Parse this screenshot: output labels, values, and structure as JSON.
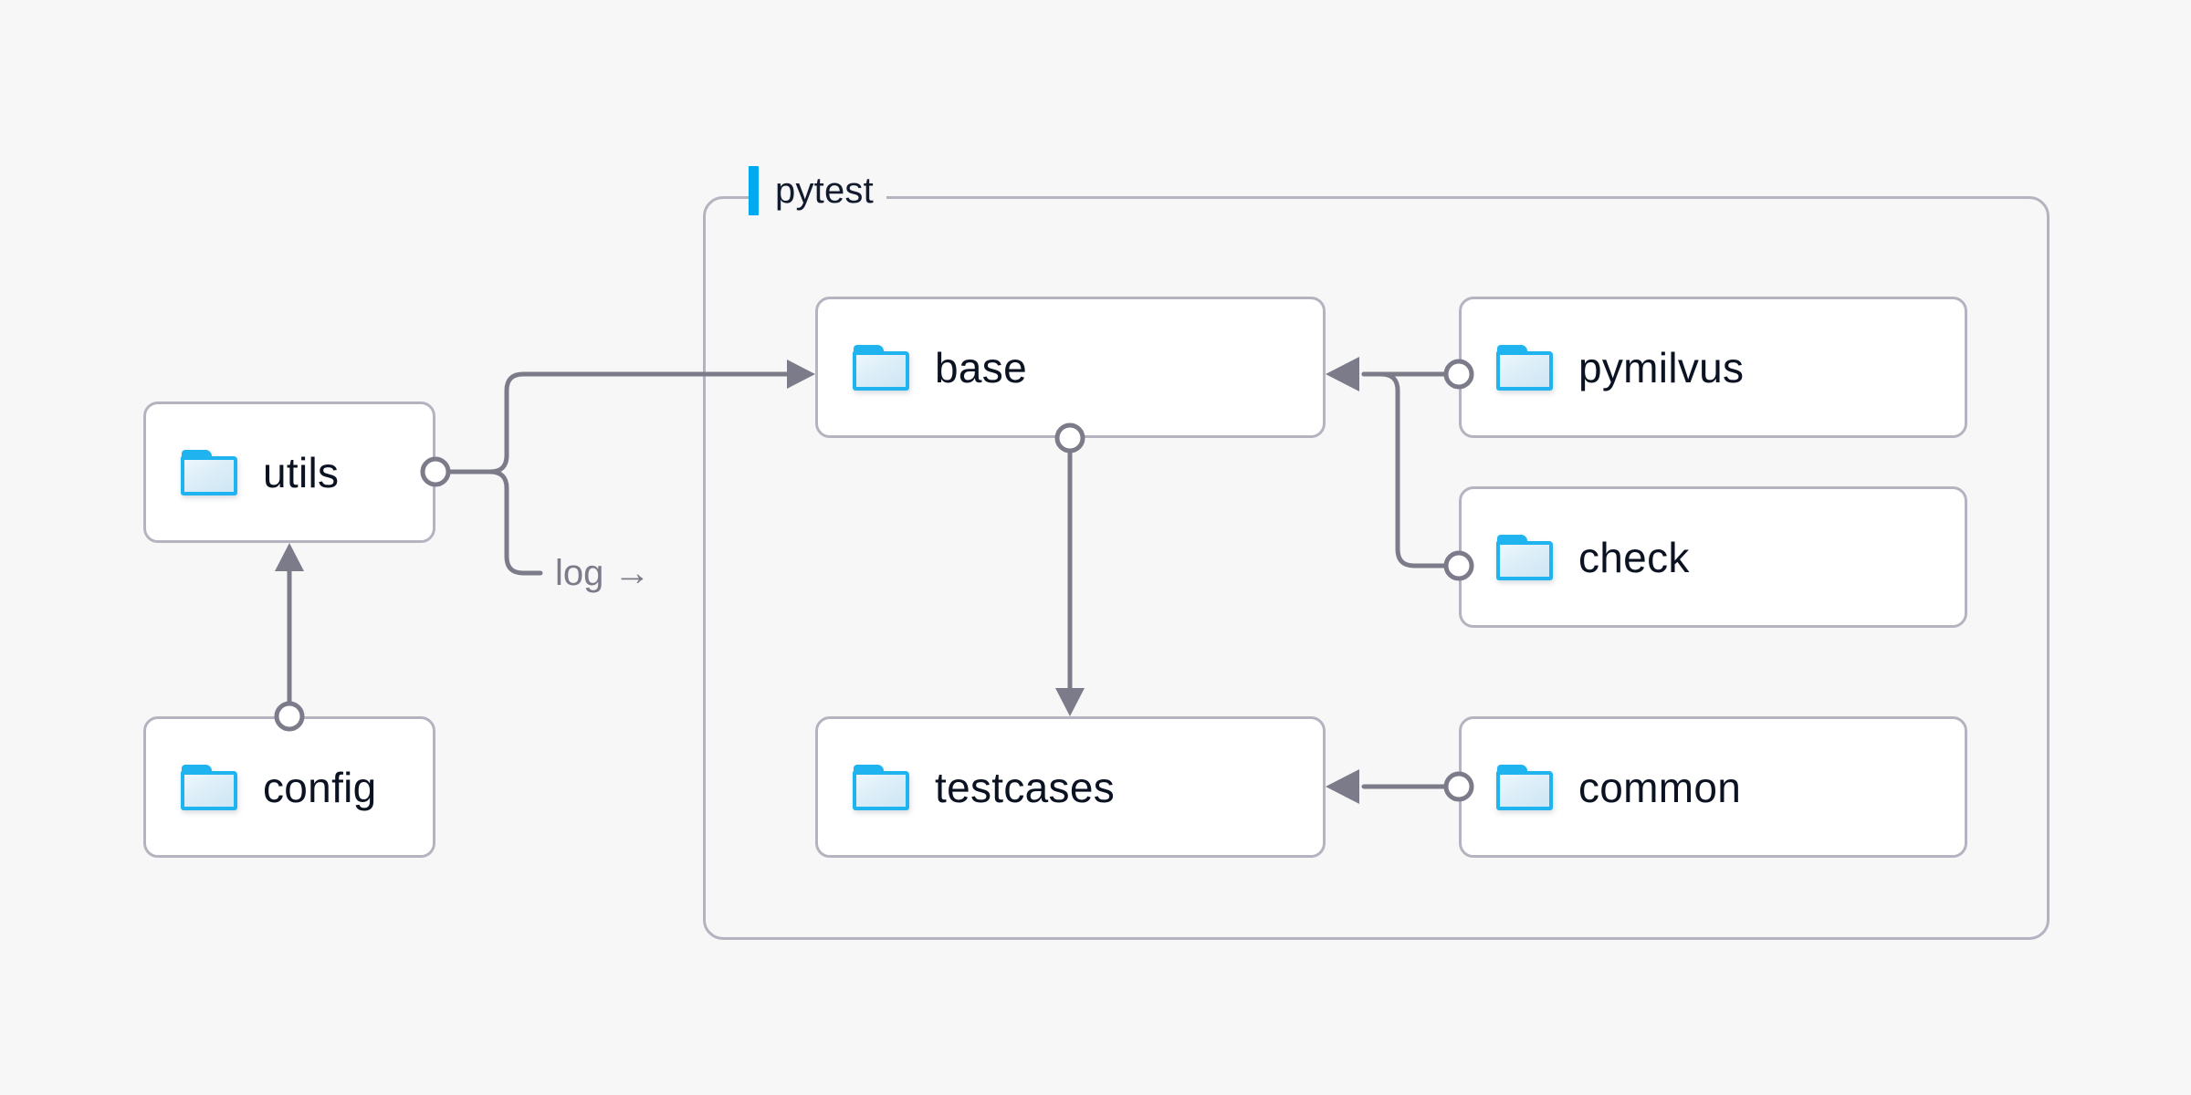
{
  "diagram": {
    "background_color": "#f7f7f7",
    "node_fill": "#ffffff",
    "node_border_color": "#b5b3c0",
    "connector_color": "#7b7b8a",
    "label_text_color": "#0b1222",
    "accent_color": "#00a9f0",
    "folder_icon_color": "#1fb3f0"
  },
  "group": {
    "label": "pytest",
    "accent_name": "accent-bar"
  },
  "nodes": [
    {
      "id": "utils",
      "label": "utils",
      "icon": "folder-icon"
    },
    {
      "id": "config",
      "label": "config",
      "icon": "folder-icon"
    },
    {
      "id": "base",
      "label": "base",
      "icon": "folder-icon"
    },
    {
      "id": "pymilvus",
      "label": "pymilvus",
      "icon": "folder-icon"
    },
    {
      "id": "check",
      "label": "check",
      "icon": "folder-icon"
    },
    {
      "id": "testcases",
      "label": "testcases",
      "icon": "folder-icon"
    },
    {
      "id": "common",
      "label": "common",
      "icon": "folder-icon"
    }
  ],
  "edges": [
    {
      "from": "utils",
      "to": "base",
      "label": ""
    },
    {
      "from": "utils",
      "to": "log",
      "label": "log →"
    },
    {
      "from": "config",
      "to": "utils",
      "label": ""
    },
    {
      "from": "base",
      "to": "testcases",
      "label": ""
    },
    {
      "from": "pymilvus",
      "to": "base",
      "label": ""
    },
    {
      "from": "check",
      "to": "base",
      "label": ""
    },
    {
      "from": "common",
      "to": "testcases",
      "label": ""
    }
  ],
  "edge_labels": {
    "log": "log →"
  }
}
